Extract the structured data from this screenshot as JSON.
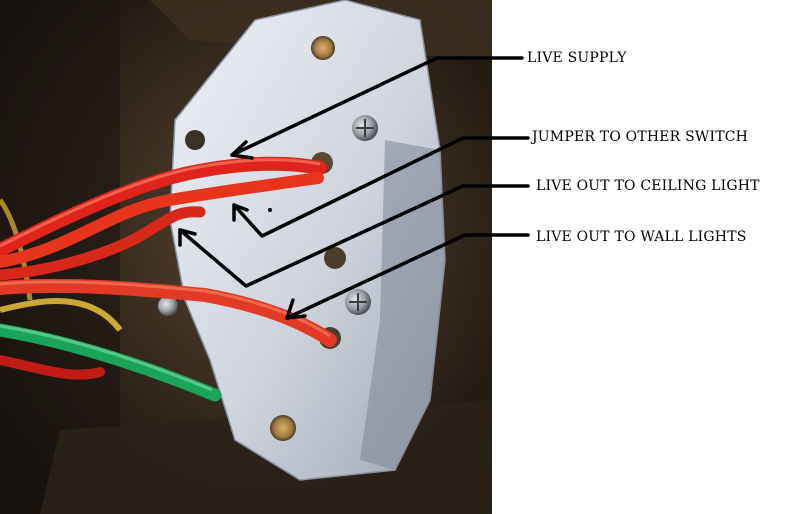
{
  "labels": {
    "live_supply": "LIVE SUPPLY",
    "jumper": "JUMPER TO OTHER SWITCH",
    "ceiling": "LIVE OUT TO CEILING LIGHT",
    "wall": "LIVE OUT TO WALL LIGHTS"
  },
  "colors": {
    "wire_live": "#e0241c",
    "wire_earth": "#1aa35a",
    "wire_neutral": "#e8c23a",
    "switch_body": "#d6dbe4",
    "annotation": "#000000",
    "background": "#ffffff"
  }
}
